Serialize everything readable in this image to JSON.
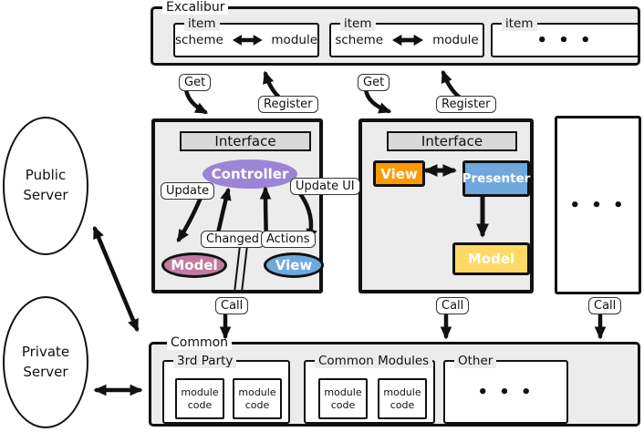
{
  "excalibur": {
    "label": "Excalibur",
    "items": [
      {
        "label": "item",
        "left": "scheme",
        "right": "module"
      },
      {
        "label": "item",
        "left": "scheme",
        "right": "module"
      },
      {
        "label": "item",
        "dots": "• • •"
      }
    ]
  },
  "servers": {
    "public": {
      "line1": "Public",
      "line2": "Server"
    },
    "private": {
      "line1": "Private",
      "line2": "Server"
    }
  },
  "labels": {
    "get": "Get",
    "register": "Register",
    "call": "Call"
  },
  "mvc": {
    "interface": "Interface",
    "controller": "Controller",
    "model": "Model",
    "view": "View",
    "update": "Update",
    "update_ui": "Update UI",
    "changed": "Changed",
    "actions": "Actions"
  },
  "mvp": {
    "interface": "Interface",
    "view": "View",
    "presenter": "Presenter",
    "model": "Model"
  },
  "more_box": {
    "dots": "• • •"
  },
  "common": {
    "label": "Common",
    "groups": [
      {
        "label": "3rd Party",
        "modules": [
          "module\ncode",
          "module\ncode"
        ]
      },
      {
        "label": "Common Modules",
        "modules": [
          "module\ncode",
          "module\ncode"
        ]
      },
      {
        "label": "Other",
        "dots": "• • •"
      }
    ]
  },
  "colors": {
    "controller_purple": "#9b85d6",
    "model_pink": "#c27ba0",
    "view_blue": "#6fa8dc",
    "view_orange": "#ff9900",
    "presenter_blue": "#6fa8dc",
    "model_yellow": "#ffd966",
    "panel_gray": "#ececec",
    "header_gray": "#d9d9d9"
  }
}
